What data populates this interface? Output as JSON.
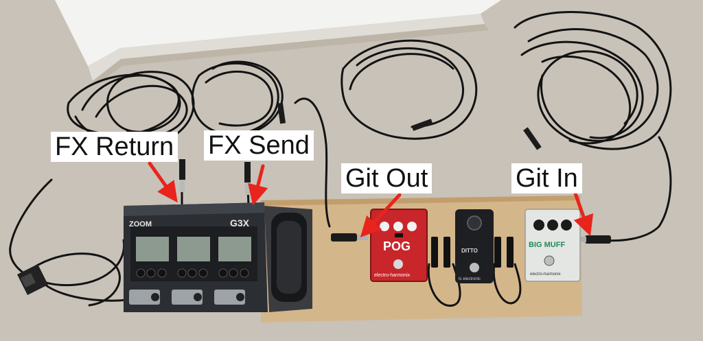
{
  "annotations": {
    "fx_return": "FX Return",
    "fx_send": "FX Send",
    "git_out": "Git Out",
    "git_in": "Git In"
  },
  "devices": {
    "multi_fx_brand": "ZOOM",
    "multi_fx_model": "G3X",
    "pog_brand": "electro-harmonix",
    "pog_name": "POG",
    "tc_name": "DITTO",
    "tc_brand": "tc electronic",
    "bigmuff_name": "BIG MUFF",
    "bigmuff_brand": "electro-harmonix"
  },
  "colors": {
    "floor": "#c9c3b9",
    "wall": "#f4f4f2",
    "board": "#d2b387",
    "cable": "#121212",
    "arrow": "#e8241c",
    "zoom_body": "#2a2d31",
    "pog_red": "#c8262a",
    "bigmuff_silver": "#e4e6e3"
  }
}
